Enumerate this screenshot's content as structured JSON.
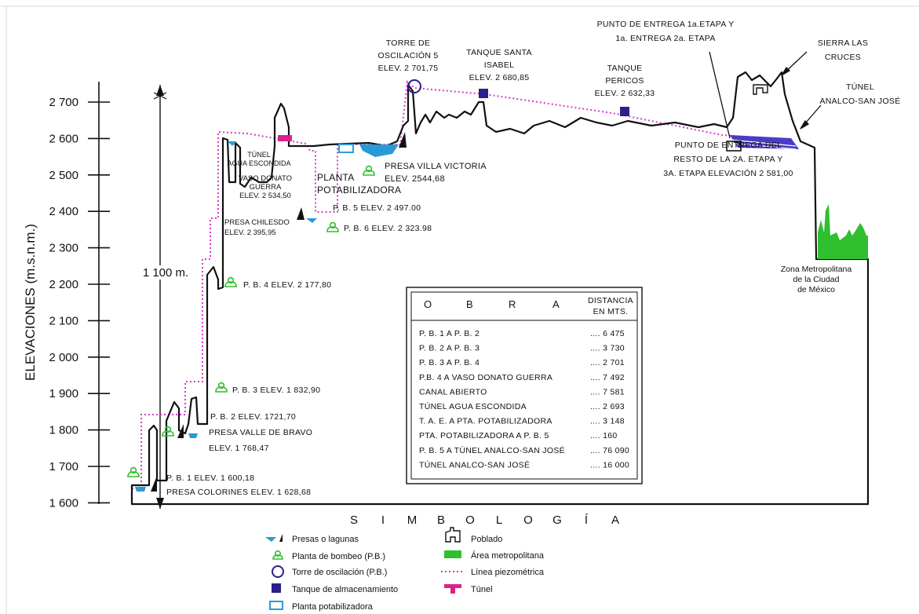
{
  "axis": {
    "ylabel": "ELEVACIONES (m.s.n.m.)",
    "ticks": [
      "2 700",
      "2 600",
      "2 500",
      "2 400",
      "2 300",
      "2 200",
      "2 100",
      "2 000",
      "1 900",
      "1 800",
      "1 700",
      "1 600"
    ],
    "height_label": "1 100 m."
  },
  "labels": {
    "torre": [
      "TORRE DE",
      "OSCILACIÓN 5",
      "ELEV. 2 701,75"
    ],
    "santa_isabel": [
      "TANQUE SANTA",
      "ISABEL",
      "ELEV. 2 680,85"
    ],
    "pericos": [
      "TANQUE",
      "PERICOS",
      "ELEV. 2 632,33"
    ],
    "punto_entrega": [
      "PUNTO DE ENTREGA 1a.ETAPA Y",
      "1a. ENTREGA 2a. ETAPA"
    ],
    "sierra": [
      "SIERRA LAS",
      "CRUCES"
    ],
    "tunel_analco": [
      "TÚNEL",
      "ANALCO-SAN JOSÉ"
    ],
    "punto_resto": [
      "PUNTO DE ENTREGA DEL",
      "RESTO DE LA 2A. ETAPA Y",
      "3A. ETAPA ELEVACIÓN 2 581,00"
    ],
    "tunel_agua": [
      "TÚNEL",
      "AGUA ESCONDIDA"
    ],
    "vaso_donato": [
      "VASO DONATO",
      "GUERRA",
      "ELEV. 2 534,50"
    ],
    "planta": [
      "PLANTA",
      "POTABILIZADORA"
    ],
    "presa_villa": [
      "PRESA VILLA VICTORIA",
      "ELEV. 2544,68"
    ],
    "pb5": "P. B. 5 ELEV. 2 497.00",
    "presa_chilesdo": [
      "PRESA CHILESDO",
      "ELEV. 2 395,95"
    ],
    "pb6": "P. B. 6 ELEV. 2 323.98",
    "pb4": "P. B. 4 ELEV. 2 177,80",
    "pb3": "P. B. 3 ELEV. 1 832,90",
    "pb2": "P. B. 2 ELEV. 1721,70",
    "presa_valle": [
      "PRESA VALLE DE BRAVO",
      "ELEV. 1 768,47"
    ],
    "pb1": "P. B. 1 ELEV. 1 600,18",
    "presa_colorines": "PRESA COLORINES ELEV. 1 628,68",
    "zona": [
      "Zona Metropolitana",
      "de la Ciudad",
      "de México"
    ]
  },
  "table": {
    "header_obra": [
      "O",
      "B",
      "R",
      "A"
    ],
    "header_dist": [
      "DISTANCIA",
      "EN MTS."
    ],
    "rows": [
      {
        "obra": "P. B. 1 A P. B. 2",
        "dist": ".... 6 475"
      },
      {
        "obra": "P. B. 2 A P. B. 3",
        "dist": ".... 3 730"
      },
      {
        "obra": "P. B. 3 A P. B. 4",
        "dist": ".... 2 701"
      },
      {
        "obra": "P.B. 4 A VASO DONATO GUERRA",
        "dist": ".... 7 492"
      },
      {
        "obra": "CANAL ABIERTO",
        "dist": ".... 7 581"
      },
      {
        "obra": "TÚNEL AGUA ESCONDIDA",
        "dist": ".... 2 693"
      },
      {
        "obra": "T. A. E. A PTA. POTABILIZADORA",
        "dist": ".... 3 148"
      },
      {
        "obra": "PTA. POTABILIZADORA A P. B. 5",
        "dist": "....  160"
      },
      {
        "obra": "P. B. 5 A TÚNEL ANALCO-SAN JOSÉ",
        "dist": ".... 76 090"
      },
      {
        "obra": "TÚNEL ANALCO-SAN JOSÉ",
        "dist": ".... 16 000"
      }
    ]
  },
  "simbologia": {
    "title_letters": [
      "S",
      "I",
      "M",
      "B",
      "O",
      "L",
      "O",
      "G",
      "Í",
      "A"
    ],
    "items": {
      "presas": "Presas o lagunas",
      "planta_bombeo": "Planta de bombeo (P.B.)",
      "torre": "Torre de oscilación (P.B.)",
      "tanque": "Tanque de almacenamiento",
      "planta_pot": "Planta potabilizadora",
      "poblado": "Poblado",
      "area": "Área metropolitana",
      "linea": "Línea piezométrica",
      "tunel": "Túnel"
    }
  },
  "colors": {
    "piezometric": "#d63cc6",
    "tank": "#2a1f8c",
    "tunnel_fill": "#4a3cc8",
    "water": "#2a9ad6",
    "green": "#2fbf2f",
    "tunnel_sym": "#e0208a"
  }
}
